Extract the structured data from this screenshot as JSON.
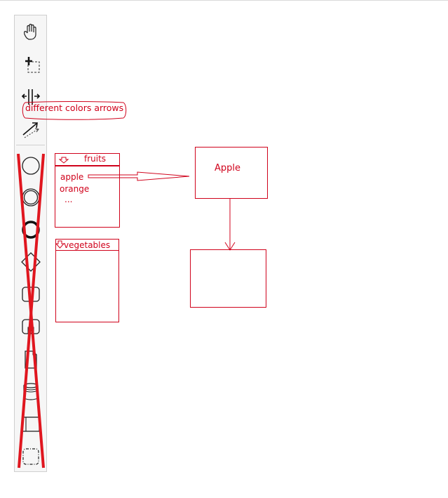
{
  "annotation": {
    "label": "different colors arrows"
  },
  "fruits": {
    "title": "fruits",
    "items": [
      "apple",
      "orange",
      "..."
    ]
  },
  "vegetables": {
    "title": "vegetables"
  },
  "apple_node": {
    "label": "Apple"
  },
  "palette": {
    "tools": [
      "hand-tool",
      "marquee-tool",
      "space-tool",
      "connect-tool"
    ],
    "shapes": [
      "start-event",
      "intermediate-event",
      "end-event",
      "gateway",
      "task",
      "subprocess",
      "data-object",
      "data-store",
      "participant",
      "group"
    ]
  },
  "colors": {
    "annotation_red": "#d0021b",
    "palette_bg": "#f6f6f6",
    "icon_dark": "#222222"
  }
}
